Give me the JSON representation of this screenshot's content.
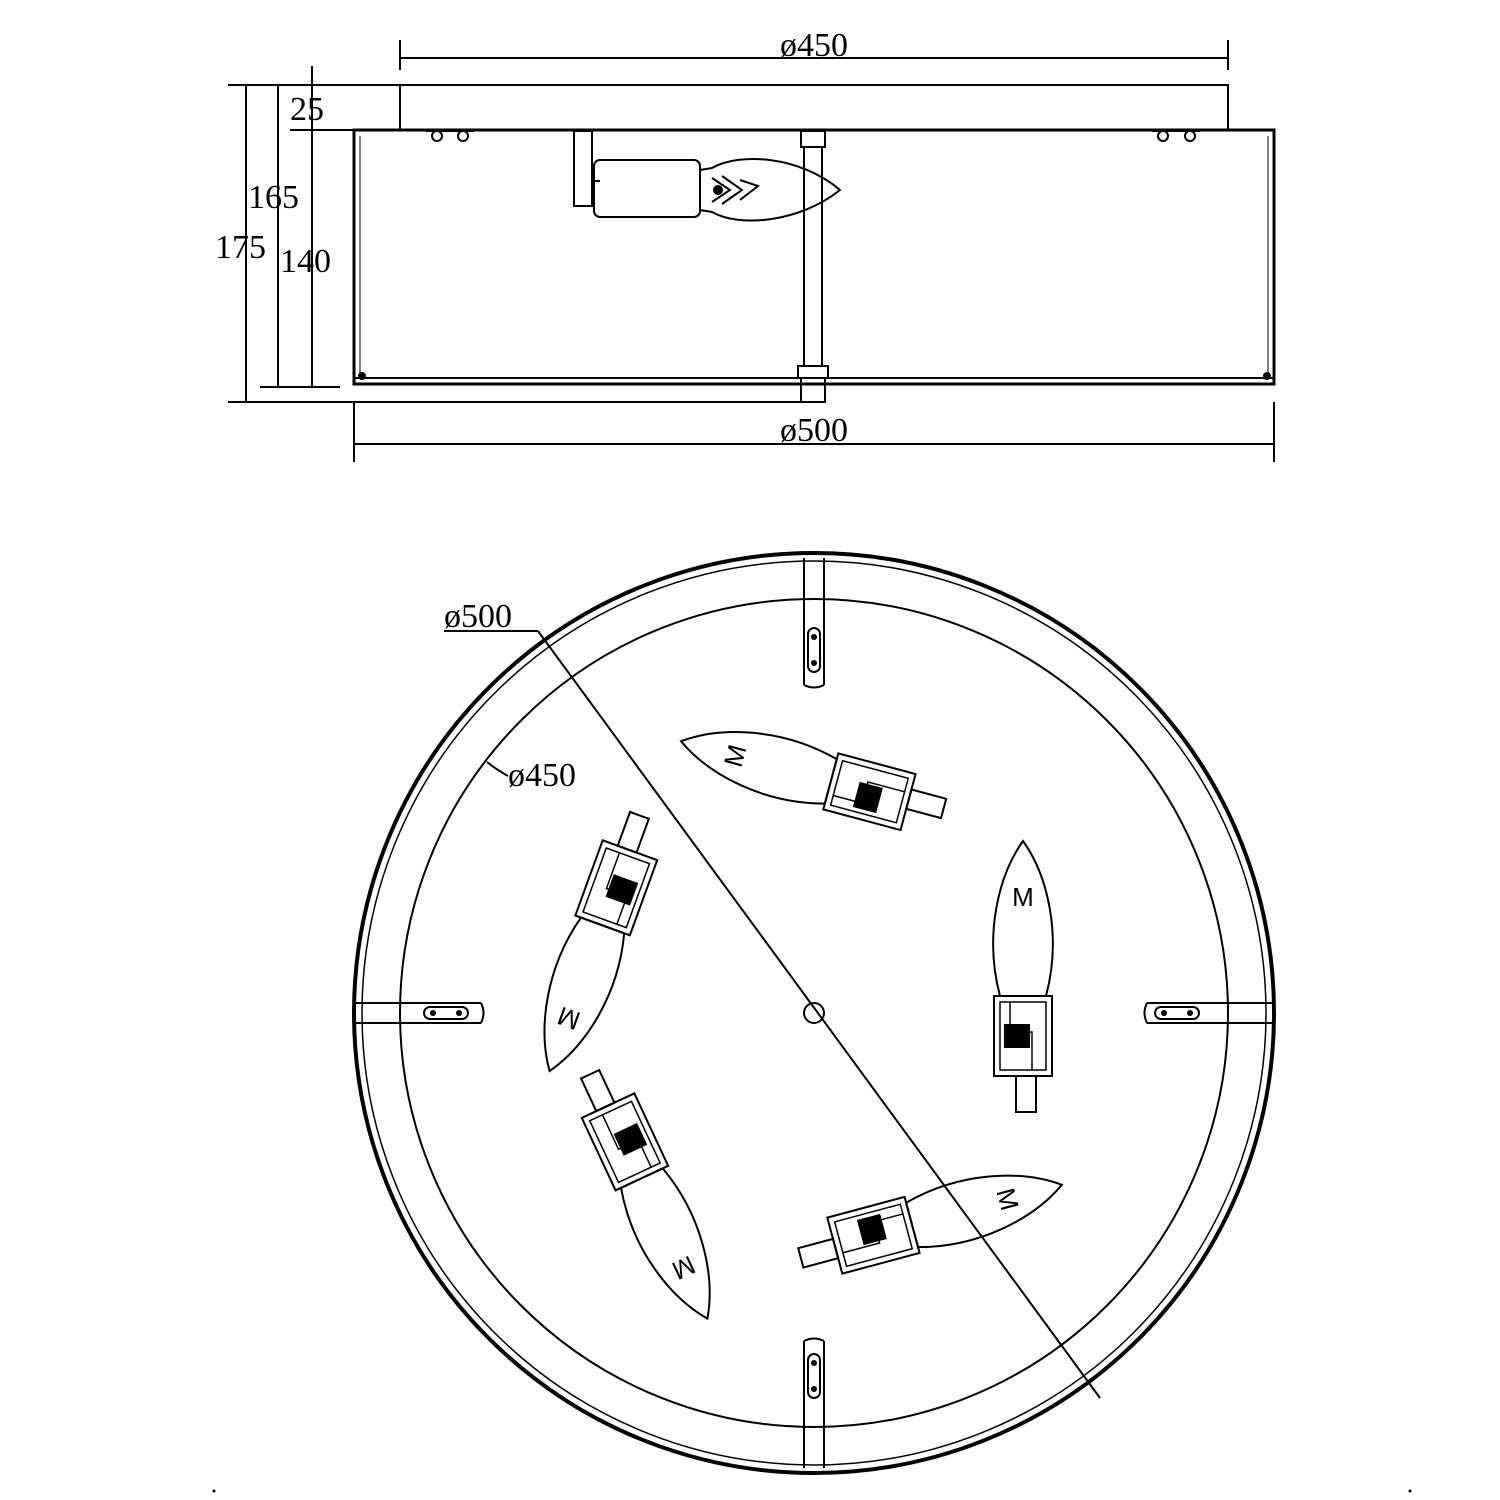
{
  "side_view": {
    "dim_top_diameter": "ø450",
    "dim_bottom_diameter": "ø500",
    "dim_25": "25",
    "dim_165": "165",
    "dim_175": "175",
    "dim_140": "140"
  },
  "plan_view": {
    "dim_outer": "ø500",
    "dim_inner": "ø450",
    "bulb_mark": "M"
  },
  "colors": {
    "line": "#000000",
    "background": "#ffffff"
  }
}
